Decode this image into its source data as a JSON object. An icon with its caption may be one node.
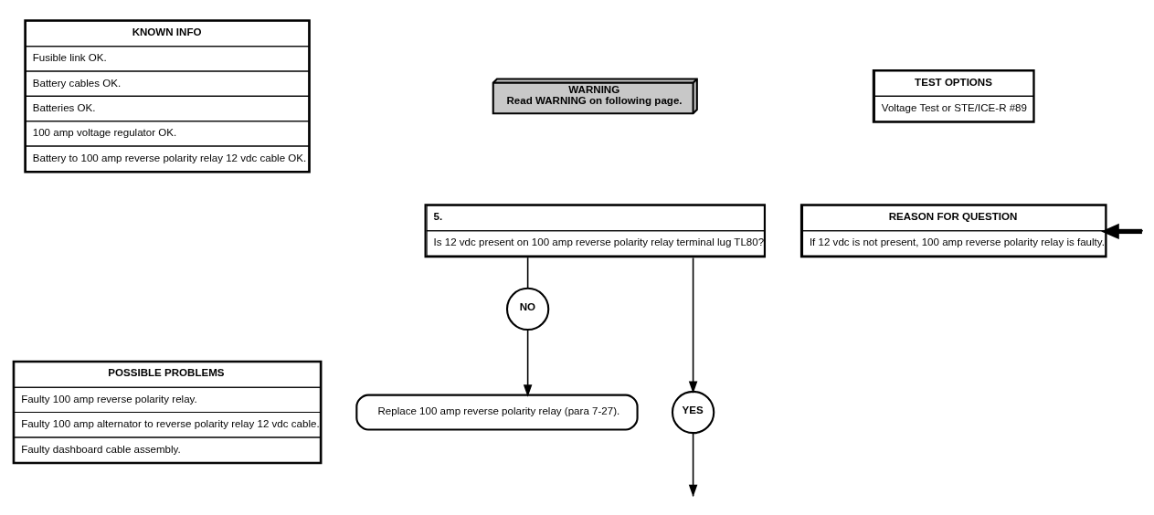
{
  "diagram": {
    "nodes": [
      {
        "text": [
          "KNOWN INFO",
          "Fusible link OK.",
          "Battery cables OK.",
          "Batteries OK.",
          "100 amp voltage regulator OK.",
          "Battery to 100 amp reverse polarity relay 12 vdc cable OK."
        ]
      },
      {
        "text": [
          "POSSIBLE PROBLEMS",
          "Faulty 100 amp reverse polarity relay.",
          "Faulty 100 amp alternator to reverse polarity relay 12 vdc cable.",
          "Faulty dashboard cable assembly."
        ]
      },
      {
        "text": [
          "WARNING",
          "Read WARNING on following page."
        ]
      },
      {
        "text": [
          "5.",
          "Is 12 vdc present on 100 amp reverse polarity relay terminal lug TL80?"
        ]
      },
      {
        "text": [
          "TEST OPTIONS",
          "Voltage Test or STE/ICE-R #89"
        ]
      },
      {
        "text": [
          "REASON FOR QUESTION",
          "If 12 vdc is not present, 100 amp reverse polarity relay is faulty."
        ]
      },
      {
        "text": [
          "NO"
        ]
      },
      {
        "text": [
          "YES"
        ]
      },
      {
        "text": [
          "Replace 100 amp reverse polarity relay (para 7-27)."
        ]
      }
    ],
    "edges": [
      {
        "from": null,
        "to": 5,
        "arrow": "to",
        "style": "thick"
      },
      {
        "from": 3,
        "to": 6,
        "arrow": "none"
      },
      {
        "from": 6,
        "to": 8,
        "arrow": "to"
      },
      {
        "from": 3,
        "to": 7,
        "arrow": "to"
      },
      {
        "from": 7,
        "to": null,
        "arrow": "to"
      }
    ]
  }
}
